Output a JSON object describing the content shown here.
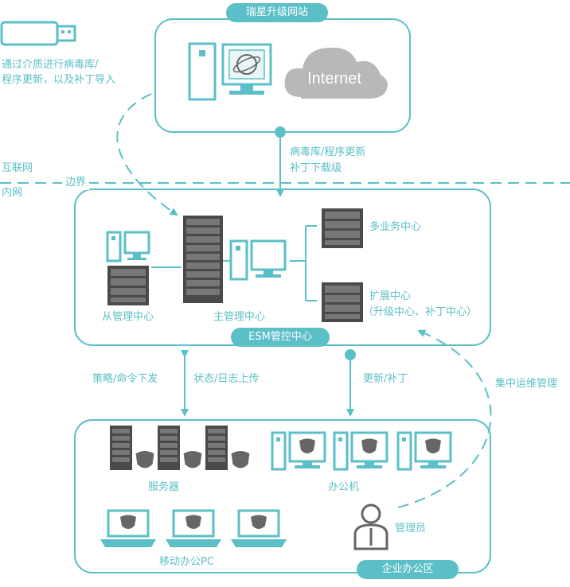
{
  "zones": {
    "upgrade_site": "瑞星升级网站",
    "esm_center": "ESM管控中心",
    "enterprise_office": "企业办公区"
  },
  "boundary": {
    "internet": "互联网",
    "intranet": "内网",
    "border": "边界"
  },
  "labels": {
    "usb_import": [
      "通过介质进行病毒库/",
      "程序更新，以及补丁导入"
    ],
    "download": [
      "病毒库/程序更新",
      "补丁下载级"
    ],
    "internet_cloud": "Internet",
    "multi_business": "多业务中心",
    "extension": "扩展中心",
    "extension_sub": "（升级中心、补丁中心）",
    "sub_mgmt": "从管理中心",
    "main_mgmt": "主管理中心",
    "policy": "策略/命令下发",
    "status": "状态/日志上传",
    "update": "更新/补丁",
    "central_ops": "集中运维管理",
    "servers": "服务器",
    "office_pc": "办公机",
    "admin": "管理员",
    "mobile_pc": "移动办公PC"
  },
  "colors": {
    "accent": "#5bbfc7",
    "dark_server": "#4a4a4a",
    "shield": "#666666",
    "cloud": "#b8b8b8"
  }
}
